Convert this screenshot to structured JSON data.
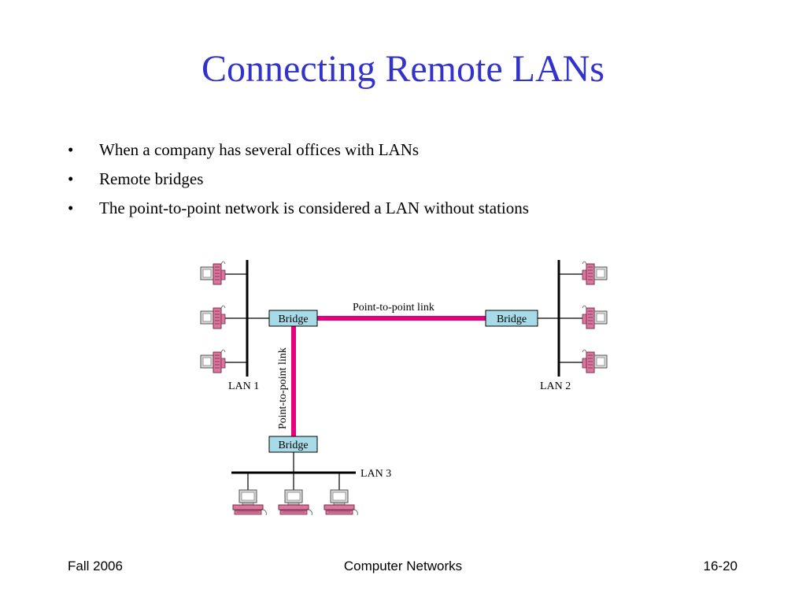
{
  "slide": {
    "title": "Connecting Remote LANs",
    "bullets": [
      "When a company has several offices with LANs",
      "Remote bridges",
      "The point-to-point network is considered a LAN without stations"
    ]
  },
  "diagram": {
    "bridge_label": "Bridge",
    "link_label_horizontal": "Point-to-point link",
    "link_label_vertical": "Point-to-point link",
    "lan1_label": "LAN 1",
    "lan2_label": "LAN 2",
    "lan3_label": "LAN 3",
    "colors": {
      "link": "#e6007e",
      "bridge_fill": "#a8dbe8",
      "station_pink": "#d9789e",
      "station_gray": "#d8d8d8",
      "title_blue": "#3333cc"
    }
  },
  "footer": {
    "left": "Fall 2006",
    "center": "Computer Networks",
    "right": "16-20"
  }
}
